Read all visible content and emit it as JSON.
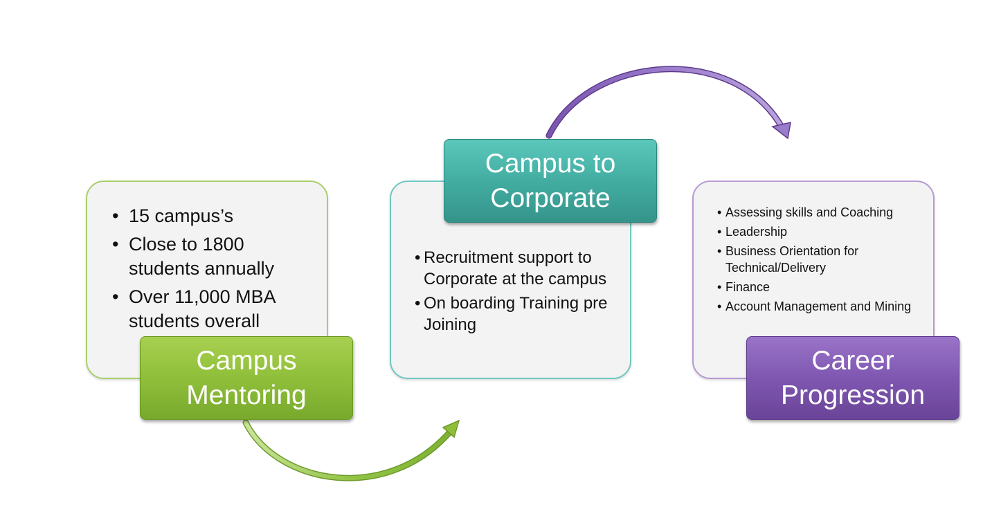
{
  "stages": [
    {
      "title": "Campus Mentoring",
      "items": [
        "15 campus’s",
        "Close to 1800 students annually",
        "Over 11,000 MBA students overall"
      ],
      "color": "#8fbf3a"
    },
    {
      "title": "Campus to Corporate",
      "items": [
        "Recruitment support to Corporate at the campus",
        "On boarding Training pre Joining"
      ],
      "color": "#43ada2"
    },
    {
      "title": "Career Progression",
      "items": [
        "Assessing skills and Coaching",
        "Leadership",
        "Business Orientation for Technical/Delivery",
        "Finance",
        "Account Management and Mining"
      ],
      "color": "#7f57b1"
    }
  ],
  "arrow_colors": {
    "green": "#93c447",
    "purple": "#8a67c0"
  }
}
